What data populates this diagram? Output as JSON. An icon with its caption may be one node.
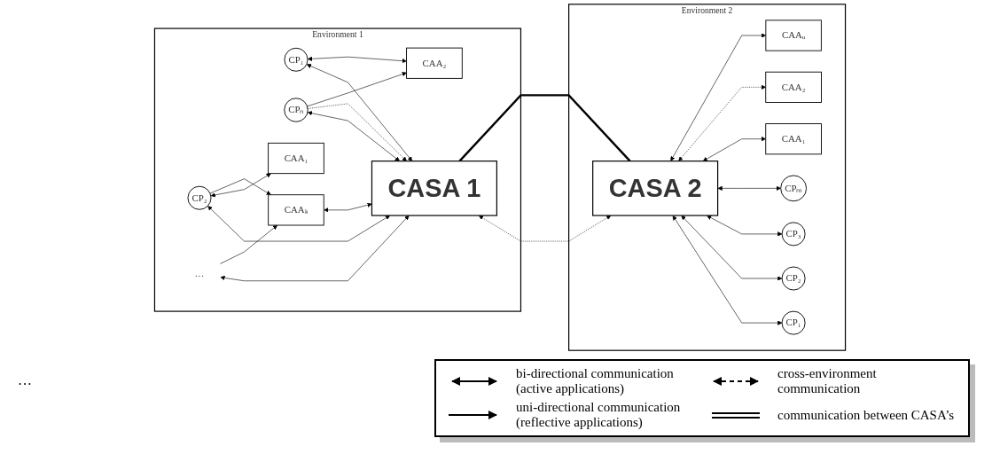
{
  "diagram": {
    "nodes": [
      {
        "text": [
          "Environment 1"
        ]
      },
      {
        "text": [
          "CP₁"
        ],
        "in": 0
      },
      {
        "text": [
          "CP₂"
        ],
        "in": 0
      },
      {
        "text": [
          "…"
        ],
        "in": 0
      },
      {
        "text": [
          "CPₙ"
        ],
        "in": 0
      },
      {
        "text": [
          "CAA₁"
        ],
        "in": 0
      },
      {
        "text": [
          "CAA₂"
        ],
        "in": 0
      },
      {
        "text": [
          "CAAₖ"
        ],
        "in": 0
      },
      {
        "text": [
          "CASA 1"
        ],
        "in": 0
      },
      {
        "text": [
          "Environment 2"
        ]
      },
      {
        "text": [
          "CASA 2"
        ],
        "in": 9
      },
      {
        "text": [
          "CP₁"
        ],
        "in": 9
      },
      {
        "text": [
          "CP₂"
        ],
        "in": 9
      },
      {
        "text": [
          "CP₃"
        ],
        "in": 9
      },
      {
        "text": [
          "CPₘ"
        ],
        "in": 9
      },
      {
        "text": [
          "CAA₁"
        ],
        "in": 9
      },
      {
        "text": [
          "CAA₂"
        ],
        "in": 9
      },
      {
        "text": [
          "CAAᵤ"
        ],
        "in": 9
      }
    ],
    "edges": [
      {
        "from": 1,
        "to": 8,
        "arrow": "both"
      },
      {
        "from": 2,
        "to": 8,
        "arrow": "both"
      },
      {
        "from": 3,
        "to": 8,
        "arrow": "both"
      },
      {
        "from": 4,
        "to": 8,
        "arrow": "both"
      },
      {
        "from": 4,
        "to": 8,
        "arrow": "to",
        "style": "dashed"
      },
      {
        "from": 1,
        "to": 6,
        "arrow": "both"
      },
      {
        "from": 2,
        "to": 5,
        "arrow": "both"
      },
      {
        "from": 2,
        "to": 7,
        "arrow": "to"
      },
      {
        "from": 3,
        "to": 7,
        "arrow": "to"
      },
      {
        "from": 4,
        "to": 6,
        "arrow": "to"
      },
      {
        "from": 7,
        "to": 8,
        "arrow": "both"
      },
      {
        "from": 8,
        "to": 10,
        "arrow": "both",
        "style": "dashed"
      },
      {
        "from": 8,
        "to": 10,
        "arrow": "none",
        "style": "thick"
      },
      {
        "from": 10,
        "to": 11,
        "arrow": "both"
      },
      {
        "from": 10,
        "to": 12,
        "arrow": "both"
      },
      {
        "from": 10,
        "to": 13,
        "arrow": "both"
      },
      {
        "from": 10,
        "to": 14,
        "arrow": "both"
      },
      {
        "from": 10,
        "to": 15,
        "arrow": "both"
      },
      {
        "from": 10,
        "to": 16,
        "arrow": "both",
        "style": "dashed"
      },
      {
        "from": 10,
        "to": 17,
        "arrow": "both"
      }
    ],
    "labels": [
      "…"
    ],
    "legend": [
      {
        "text": "bi-directional communication (active applications)"
      },
      {
        "text": "cross-environment communication"
      },
      {
        "text": "uni-directional communication (reflective applications)"
      },
      {
        "text": "communication between CASA’s"
      }
    ]
  }
}
